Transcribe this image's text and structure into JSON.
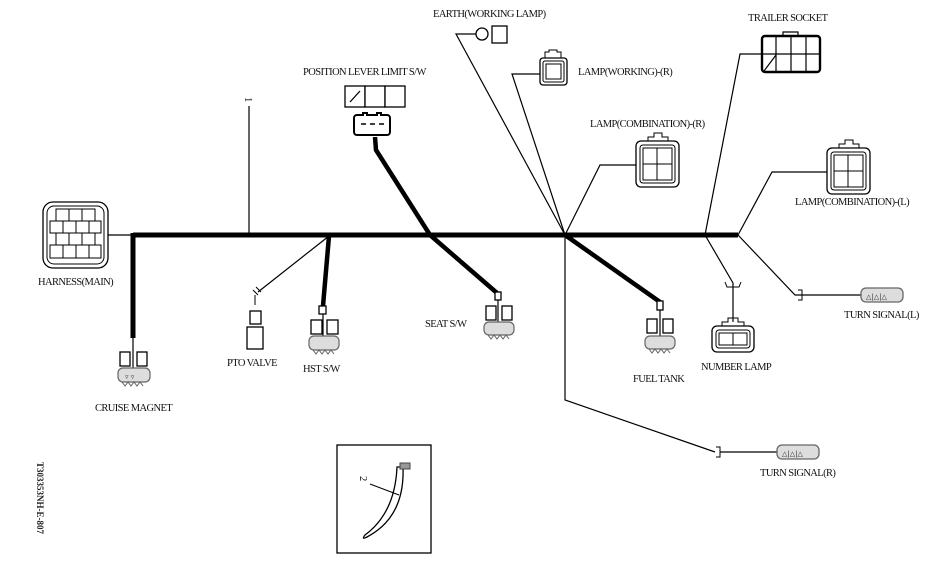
{
  "diagram": {
    "title": "Wiring Harness (Main) Connector Layout",
    "drawing_code": "T303353NH-E-807",
    "callouts": {
      "part_1": "1",
      "part_2": "2"
    },
    "connectors": {
      "harness_main": "HARNESS(MAIN)",
      "cruise_magnet": "CRUISE MAGNET",
      "pto_valve": "PTO VALVE",
      "hst_sw": "HST S/W",
      "position_lever_limit_sw": "POSITION LEVER LIMIT S/W",
      "seat_sw": "SEAT S/W",
      "earth_working_lamp": "EARTH(WORKING LAMP)",
      "lamp_working_r": "LAMP(WORKING)-(R)",
      "lamp_combination_r": "LAMP(COMBINATION)-(R)",
      "fuel_tank": "FUEL TANK",
      "trailer_socket": "TRAILER SOCKET",
      "lamp_combination_l": "LAMP(COMBINATION)-(L)",
      "number_lamp": "NUMBER LAMP",
      "turn_signal_l": "TURN SIGNAL(L)",
      "turn_signal_r": "TURN SIGNAL(R)"
    },
    "colors": {
      "line": "#000000",
      "background": "#ffffff",
      "connector_gray": "#888888"
    }
  }
}
